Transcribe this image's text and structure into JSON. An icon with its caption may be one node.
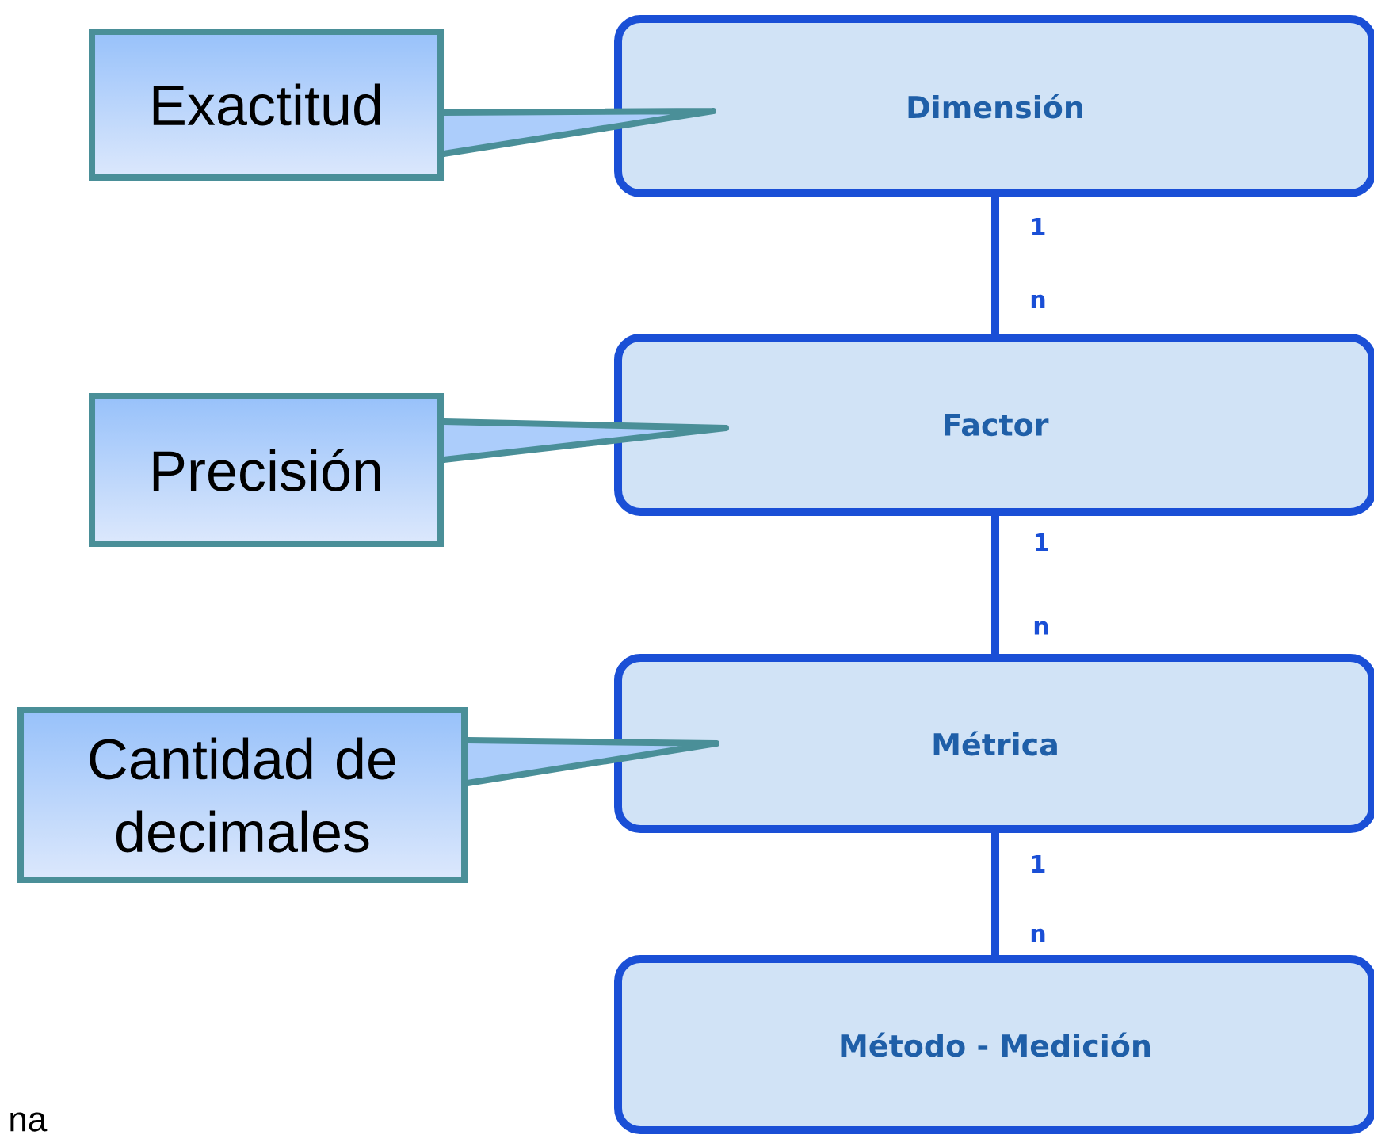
{
  "diagram": {
    "nodes": [
      {
        "text": [
          "Dimensión"
        ]
      },
      {
        "text": [
          "Factor"
        ]
      },
      {
        "text": [
          "Métrica"
        ]
      },
      {
        "text": [
          "Método - Medición"
        ]
      },
      {
        "text": [
          "Exactitud"
        ]
      },
      {
        "text": [
          "Precisión"
        ]
      },
      {
        "text": [
          "Cantidad de decimales"
        ]
      }
    ],
    "edges": [
      {
        "from": 0,
        "to": 1,
        "arrow": "none"
      },
      {
        "from": 1,
        "to": 2,
        "arrow": "none"
      },
      {
        "from": 2,
        "to": 3,
        "arrow": "none"
      },
      {
        "from": 4,
        "to": 0,
        "arrow": "none"
      },
      {
        "from": 5,
        "to": 1,
        "arrow": "none"
      },
      {
        "from": 6,
        "to": 2,
        "arrow": "none"
      }
    ],
    "labels": [
      "1",
      "n",
      "1",
      "n",
      "1",
      "n",
      "na"
    ]
  }
}
